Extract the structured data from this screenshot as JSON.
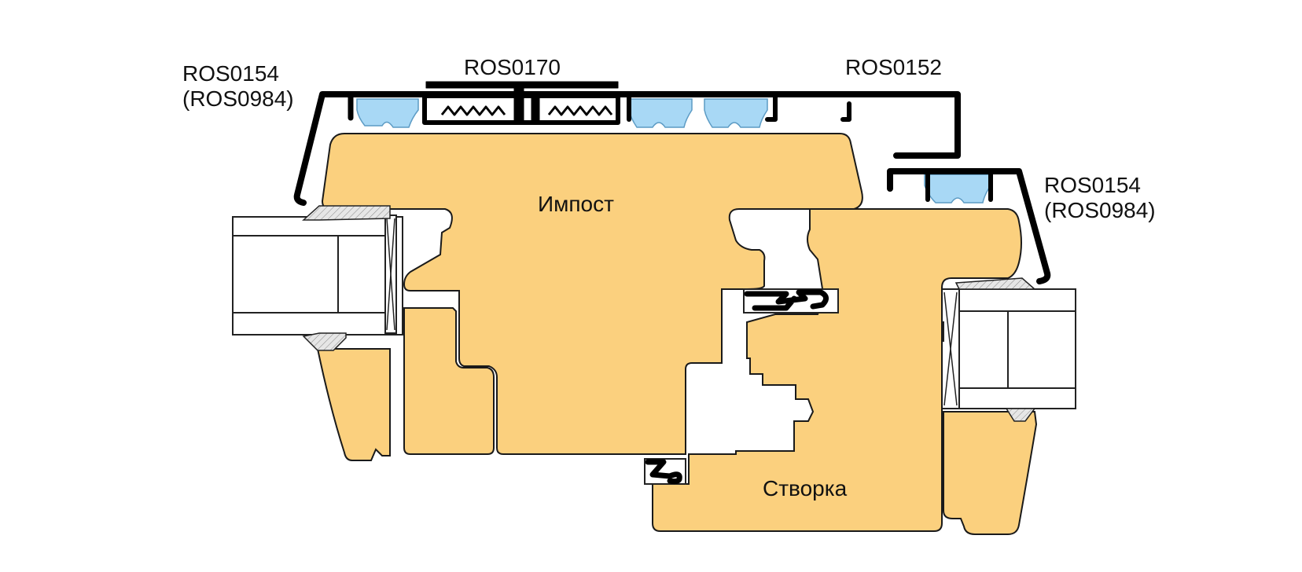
{
  "labels": {
    "top_left_line1": "ROS0154",
    "top_left_line2": "(ROS0984)",
    "top_center": "ROS0170",
    "top_right": "ROS0152",
    "right_line1": "ROS0154",
    "right_line2": "(ROS0984)"
  },
  "parts": {
    "impost": "Импост",
    "sash": "Створка"
  },
  "colors": {
    "wood": "#FBD07E",
    "seal": "#A8D8F5",
    "profile": "#000000",
    "outline": "#1a1a1a",
    "glass": "#ffffff",
    "sealant": "#d9d9d9"
  }
}
